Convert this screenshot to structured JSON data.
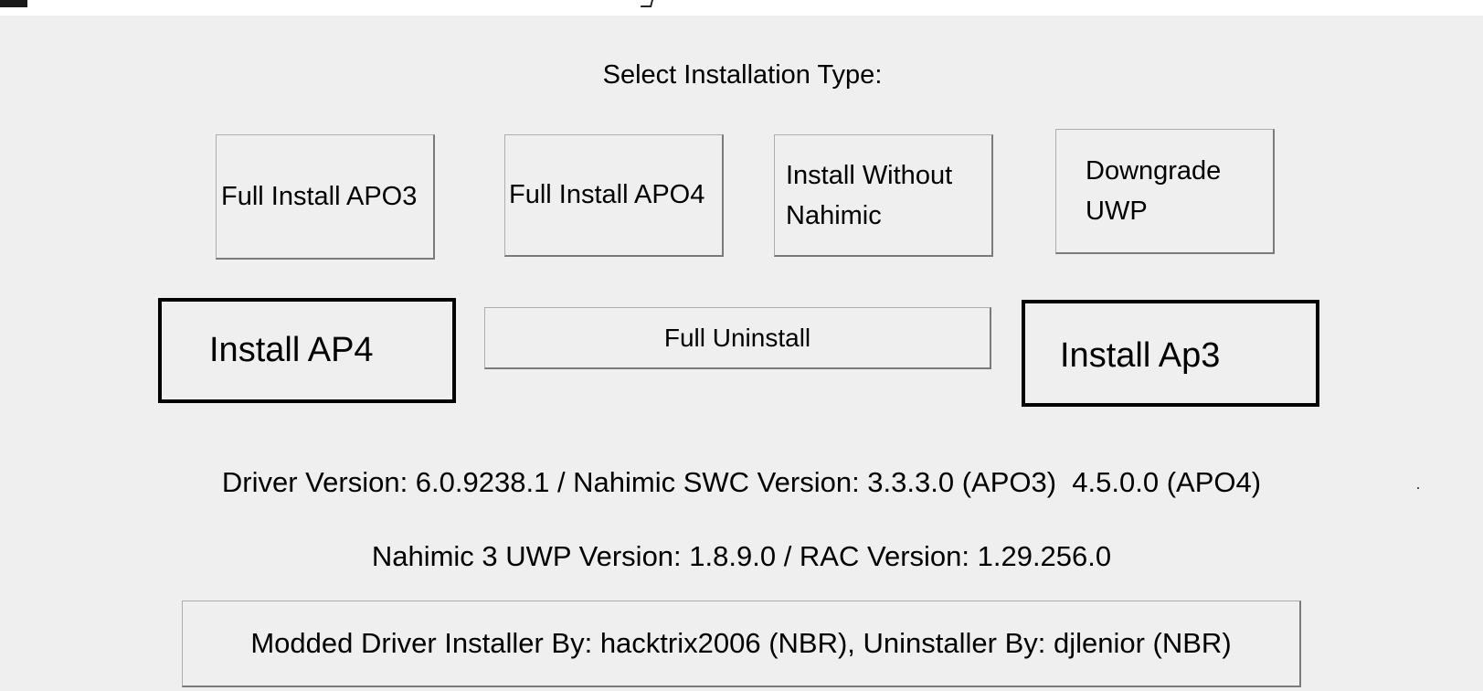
{
  "heading": "Select Installation Type:",
  "buttons": {
    "full_install_apo3": "Full Install APO3",
    "full_install_apo4": "Full Install APO4",
    "install_without_nahimic_line1": "Install Without",
    "install_without_nahimic_line2": "Nahimic",
    "downgrade_uwp_line1": "Downgrade",
    "downgrade_uwp_line2": "UWP",
    "install_ap4": "Install AP4",
    "full_uninstall": "Full Uninstall",
    "install_ap3": "Install Ap3"
  },
  "info": {
    "versions_line": "Driver Version: 6.0.9238.1 / Nahimic SWC Version: 3.3.3.0 (APO3)  4.5.0.0 (APO4)",
    "uwp_line": "Nahimic 3 UWP Version: 1.8.9.0 / RAC Version: 1.29.256.0"
  },
  "credits": "Modded Driver Installer By: hacktrix2006 (NBR), Uninstaller By: djlenior (NBR)",
  "colors": {
    "background": "#efefef",
    "titlebar": "#ffffff",
    "bold_border": "#000000"
  }
}
